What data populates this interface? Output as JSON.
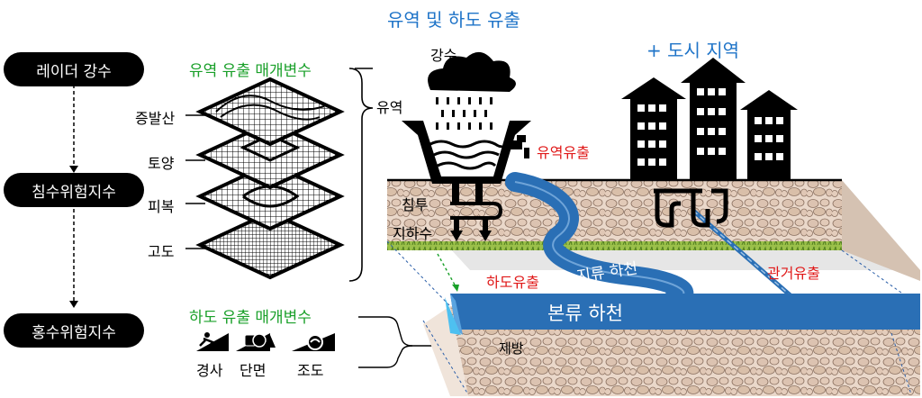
{
  "title": "유역 및 하도 유출",
  "urban": "+ 도시 지역",
  "flow_steps": [
    "레이더 강수",
    "침수위험지수",
    "홍수위험지수"
  ],
  "basin_params": {
    "heading": "유역 유출 매개변수",
    "layers": [
      "증발산",
      "토양",
      "피복",
      "고도"
    ]
  },
  "channel_params": {
    "heading": "하도 유출 매개변수",
    "items": [
      "경사",
      "단면",
      "조도"
    ]
  },
  "labels": {
    "rain": "강수",
    "basin": "유역",
    "infiltration": "침투",
    "groundwater": "지하수",
    "basin_runoff": "유역유출",
    "channel_runoff": "하도유출",
    "tributary": "지류 하천",
    "main_river": "본류 하천",
    "levee": "제방",
    "pipe_runoff": "관거유출"
  },
  "colors": {
    "green": "#1aa02a",
    "blue": "#1f74c8",
    "red": "#e01818",
    "river": "#2a6fb5",
    "soil": "#e9d9cc"
  }
}
